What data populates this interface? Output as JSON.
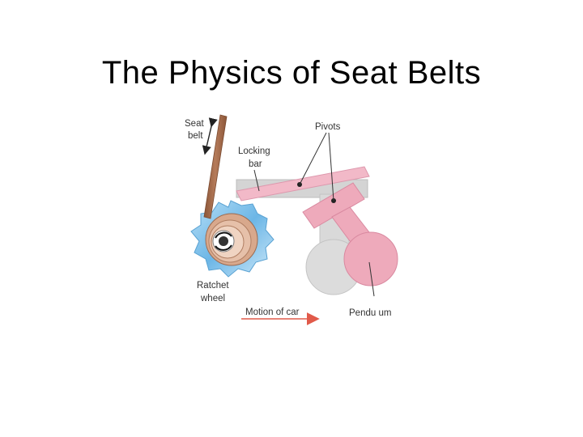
{
  "slide": {
    "title": "The Physics of Seat Belts"
  },
  "diagram": {
    "labels": {
      "seat_belt_1": "Seat",
      "seat_belt_2": "belt",
      "locking_bar_1": "Locking",
      "locking_bar_2": "bar",
      "pivots": "Pivots",
      "ratchet_wheel_1": "Ratchet",
      "ratchet_wheel_2": "wheel",
      "motion_of_car": "Motion of car",
      "pendulum": "Pendu um"
    },
    "colors": {
      "belt": "#a0694a",
      "ratchet": "#7fc0ea",
      "spool": "#c99173",
      "locking_bar": "#f2b9c8",
      "pendulum": "#eeaabb",
      "housing": "#d9d9d9",
      "motion_arrow": "#e15a4a"
    }
  }
}
